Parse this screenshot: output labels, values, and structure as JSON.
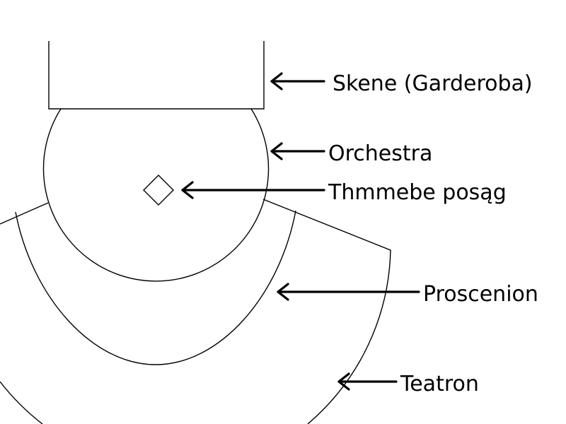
{
  "labels": {
    "skene": "Skene (Garderoba)",
    "orchestra": "Orchestra",
    "statue": "Thmmebe posąg",
    "proscenion": "Proscenion",
    "teatron": "Teatron"
  },
  "colors": {
    "line": "#000000",
    "background": "#ffffff"
  }
}
